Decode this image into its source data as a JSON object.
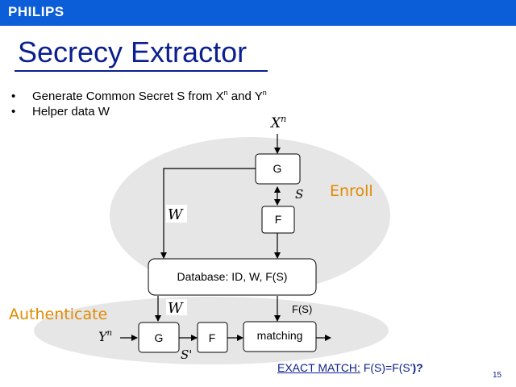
{
  "brand": {
    "logo": "PHILIPS",
    "bar_color": "#0b5ed7"
  },
  "slide": {
    "title": "Secrecy Extractor",
    "page_number": "15",
    "bullets": [
      {
        "before": "Generate Common Secret S from X",
        "sup1": "n",
        "middle": " and Y",
        "sup2": "n"
      },
      {
        "text": "Helper data W"
      }
    ]
  },
  "diagram": {
    "input_enroll": "X",
    "input_enroll_sup": "n",
    "input_auth": "Y",
    "input_auth_sup": "n",
    "enroll_g": "G",
    "enroll_f": "F",
    "secret_label": "S",
    "helper_label_top": "W",
    "helper_label_bottom": "W",
    "database": "Database: ID, W, F(S)",
    "fs_label": "F(S)",
    "auth_g": "G",
    "auth_f": "F",
    "matching": "matching",
    "secret_prime_label": "S'",
    "enroll_region": "Enroll",
    "auth_region": "Authenticate",
    "region_color": "#e6e6e6",
    "accent_color": "#e08a00"
  },
  "footer": {
    "exact_match_label": "EXACT MATCH:",
    "formula_left": " F(S)=F(S'",
    "formula_right": ")?"
  }
}
